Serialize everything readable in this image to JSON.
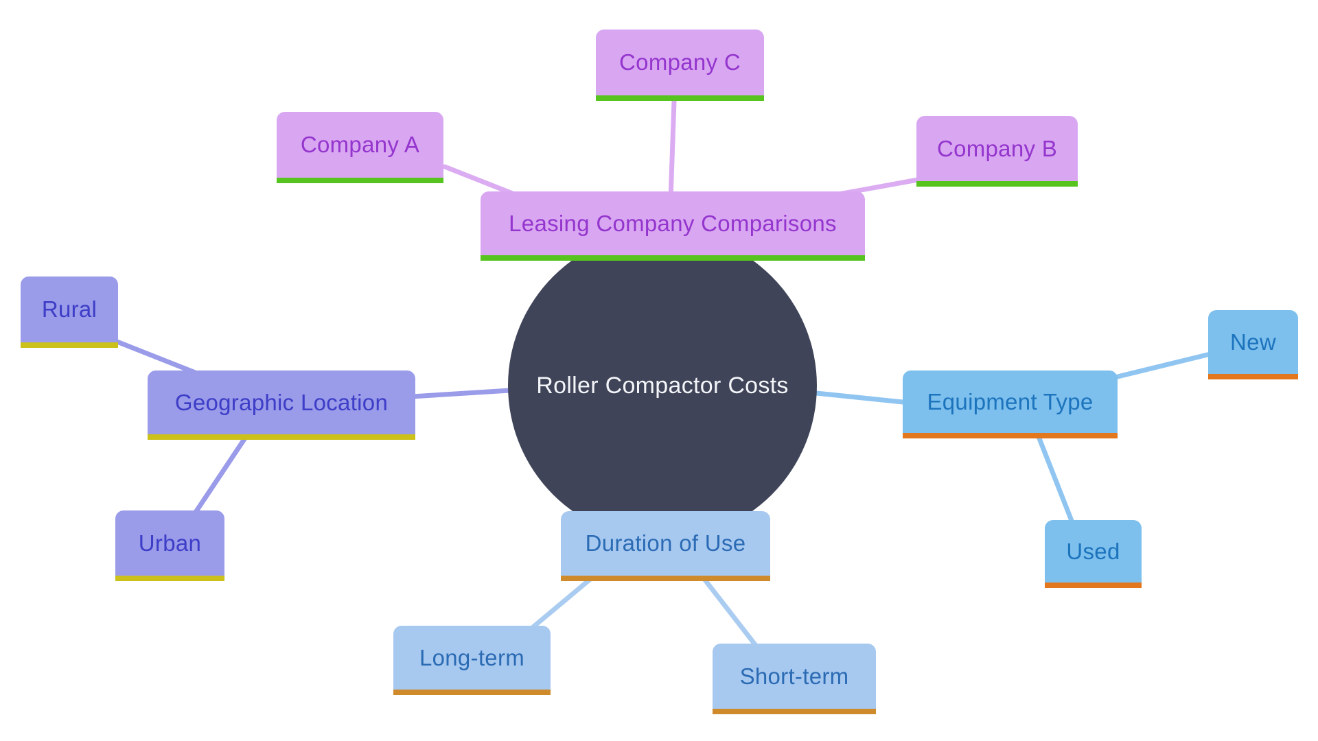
{
  "diagram": {
    "type": "mindmap",
    "background_color": "#ffffff",
    "center": {
      "label": "Roller Compactor Costs",
      "fill_color": "#3f4458",
      "text_color": "#f4f5f9"
    },
    "branches": [
      {
        "label": "Leasing Company Comparisons",
        "fill_color": "#d9a7f2",
        "text_color": "#9435cd",
        "underline_color": "#56c31e",
        "edge_color": "#dbacf2",
        "children": [
          {
            "label": "Company A"
          },
          {
            "label": "Company C"
          },
          {
            "label": "Company B"
          }
        ]
      },
      {
        "label": "Geographic Location",
        "fill_color": "#9a9be9",
        "text_color": "#3d3dc7",
        "underline_color": "#ccc01a",
        "edge_color": "#9a9be9",
        "children": [
          {
            "label": "Rural"
          },
          {
            "label": "Urban"
          }
        ]
      },
      {
        "label": "Equipment Type",
        "fill_color": "#7dbfed",
        "text_color": "#1c74bd",
        "underline_color": "#e2771e",
        "edge_color": "#8fc5f0",
        "children": [
          {
            "label": "New"
          },
          {
            "label": "Used"
          }
        ]
      },
      {
        "label": "Duration of Use",
        "fill_color": "#a7c9f0",
        "text_color": "#2b6bb4",
        "underline_color": "#ce8a2b",
        "edge_color": "#aaccf1",
        "children": [
          {
            "label": "Long-term"
          },
          {
            "label": "Short-term"
          }
        ]
      }
    ]
  }
}
